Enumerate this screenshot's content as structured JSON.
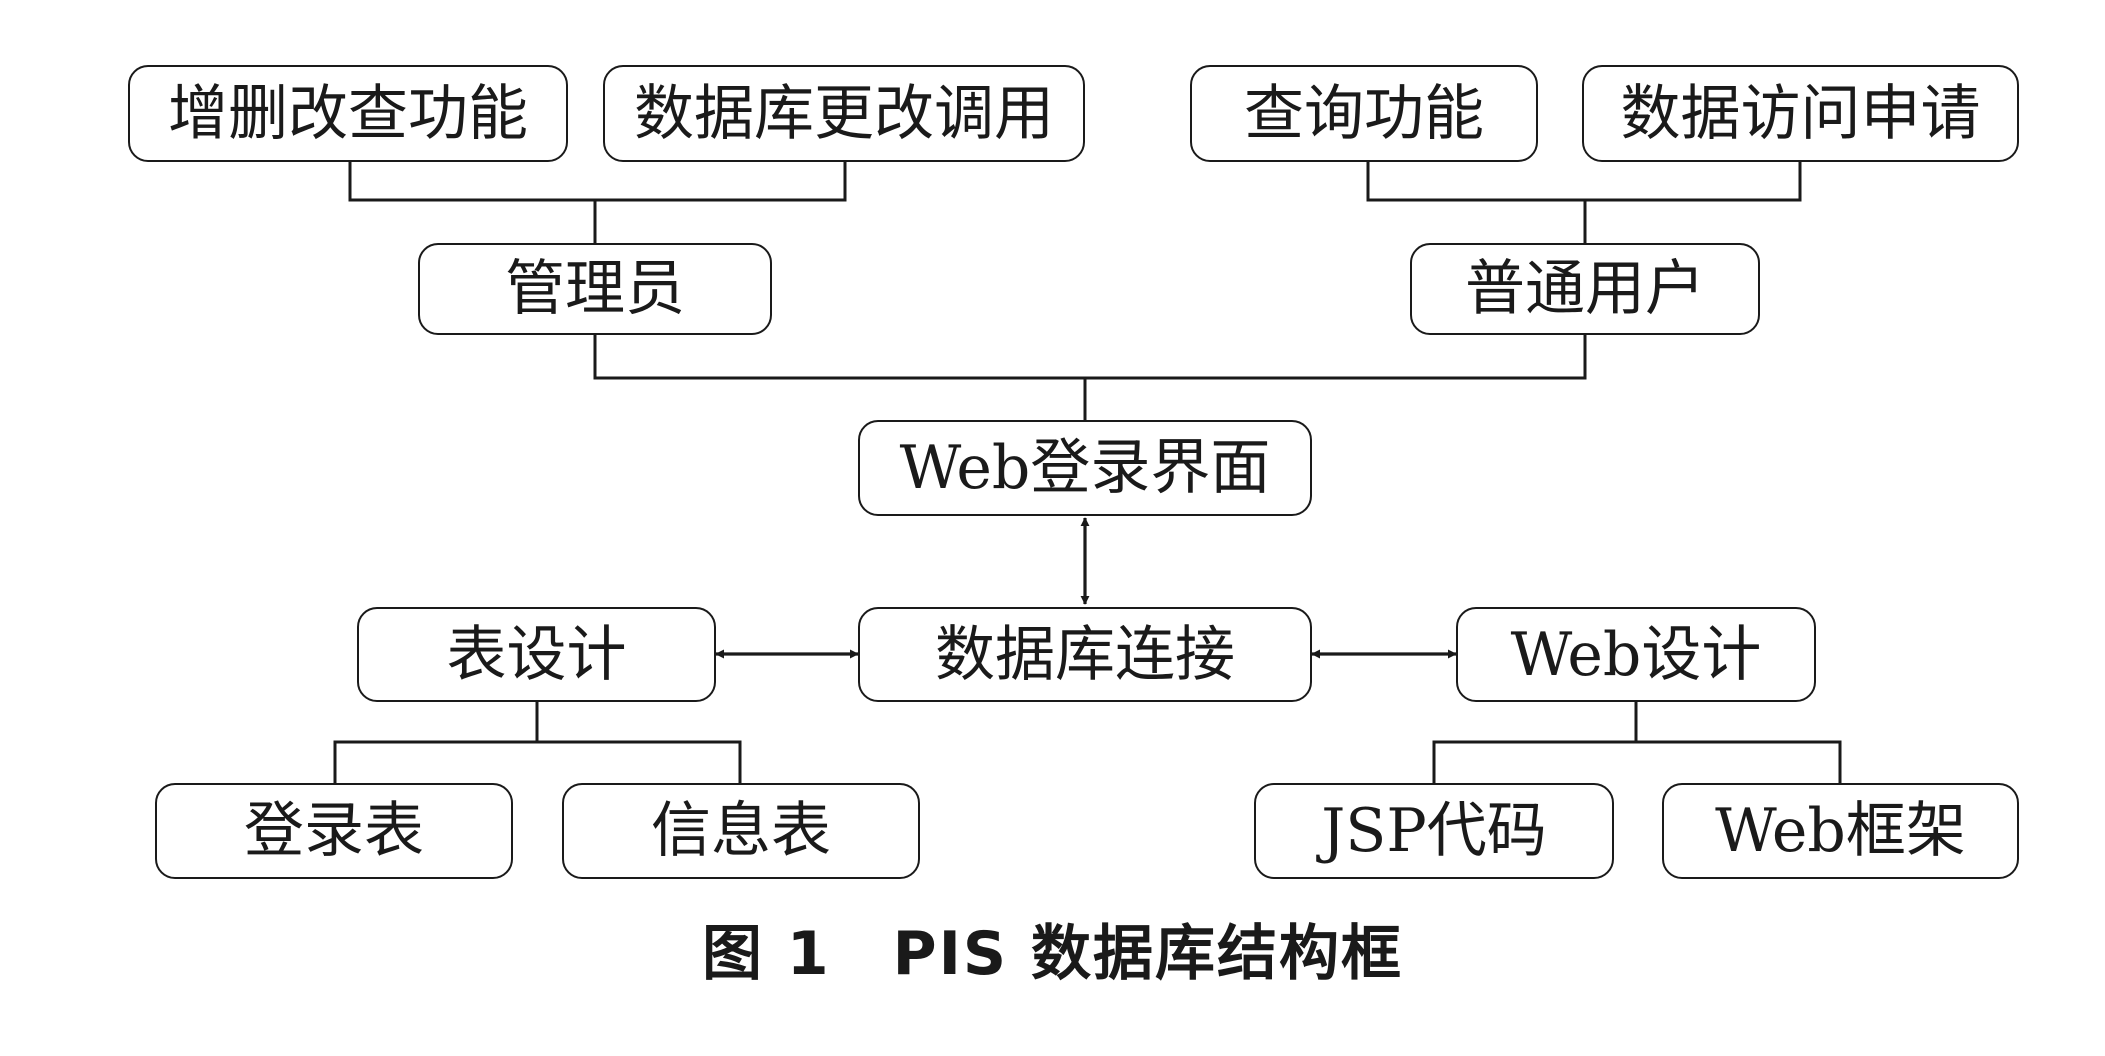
{
  "diagram": {
    "admin_functions": {
      "crud": "增删改查功能",
      "db_update_call": "数据库更改调用"
    },
    "user_functions": {
      "query": "查询功能",
      "data_access_request": "数据访问申请"
    },
    "roles": {
      "admin": "管理员",
      "user": "普通用户"
    },
    "web_login": "Web登录界面",
    "db_connection": "数据库连接",
    "table_design": "表设计",
    "web_design": "Web设计",
    "tables": {
      "login_table": "登录表",
      "info_table": "信息表"
    },
    "web_parts": {
      "jsp_code": "JSP代码",
      "web_framework": "Web框架"
    }
  },
  "caption": "图 1　PIS 数据库结构框"
}
